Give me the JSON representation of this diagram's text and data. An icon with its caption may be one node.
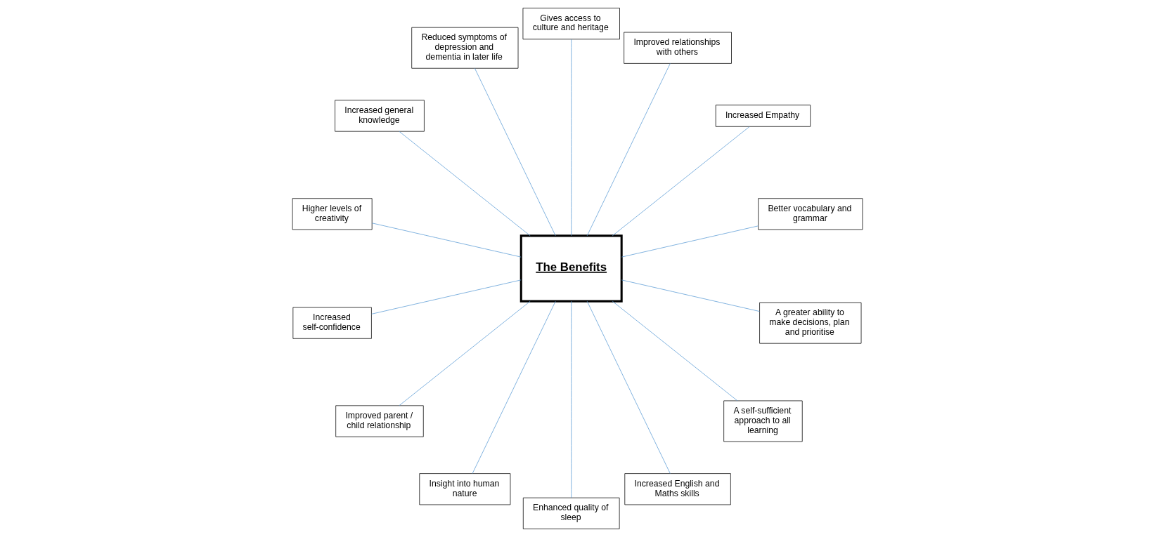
{
  "diagram": {
    "nodes": [
      {
        "text": [
          "The Benefits"
        ]
      },
      {
        "text": [
          "Better vocabulary and grammar"
        ]
      },
      {
        "text": [
          "Increased Empathy"
        ]
      },
      {
        "text": [
          "Improved relationships with others"
        ]
      },
      {
        "text": [
          "Gives access to culture and heritage"
        ]
      },
      {
        "text": [
          "Reduced symptoms of depression and dementia in later life"
        ]
      },
      {
        "text": [
          "Increased general knowledge"
        ]
      },
      {
        "text": [
          "Higher levels of creativity"
        ]
      },
      {
        "text": [
          "Increased self-confidence"
        ]
      },
      {
        "text": [
          "Improved parent / child relationship"
        ]
      },
      {
        "text": [
          "Insight into human nature"
        ]
      },
      {
        "text": [
          "Enhanced quality of sleep"
        ]
      },
      {
        "text": [
          "Increased English and Maths skills"
        ]
      },
      {
        "text": [
          "A self-sufficient approach to all learning"
        ]
      },
      {
        "text": [
          "A greater ability to make decisions, plan and prioritise"
        ]
      }
    ],
    "edges": [
      {
        "from": 0,
        "to": 1,
        "arrow": "none"
      },
      {
        "from": 0,
        "to": 2,
        "arrow": "none"
      },
      {
        "from": 0,
        "to": 3,
        "arrow": "none"
      },
      {
        "from": 0,
        "to": 4,
        "arrow": "none"
      },
      {
        "from": 0,
        "to": 5,
        "arrow": "none"
      },
      {
        "from": 0,
        "to": 6,
        "arrow": "none"
      },
      {
        "from": 0,
        "to": 7,
        "arrow": "none"
      },
      {
        "from": 0,
        "to": 8,
        "arrow": "none"
      },
      {
        "from": 0,
        "to": 9,
        "arrow": "none"
      },
      {
        "from": 0,
        "to": 10,
        "arrow": "none"
      },
      {
        "from": 0,
        "to": 11,
        "arrow": "none"
      },
      {
        "from": 0,
        "to": 12,
        "arrow": "none"
      },
      {
        "from": 0,
        "to": 13,
        "arrow": "none"
      },
      {
        "from": 0,
        "to": 14,
        "arrow": "none"
      }
    ]
  }
}
